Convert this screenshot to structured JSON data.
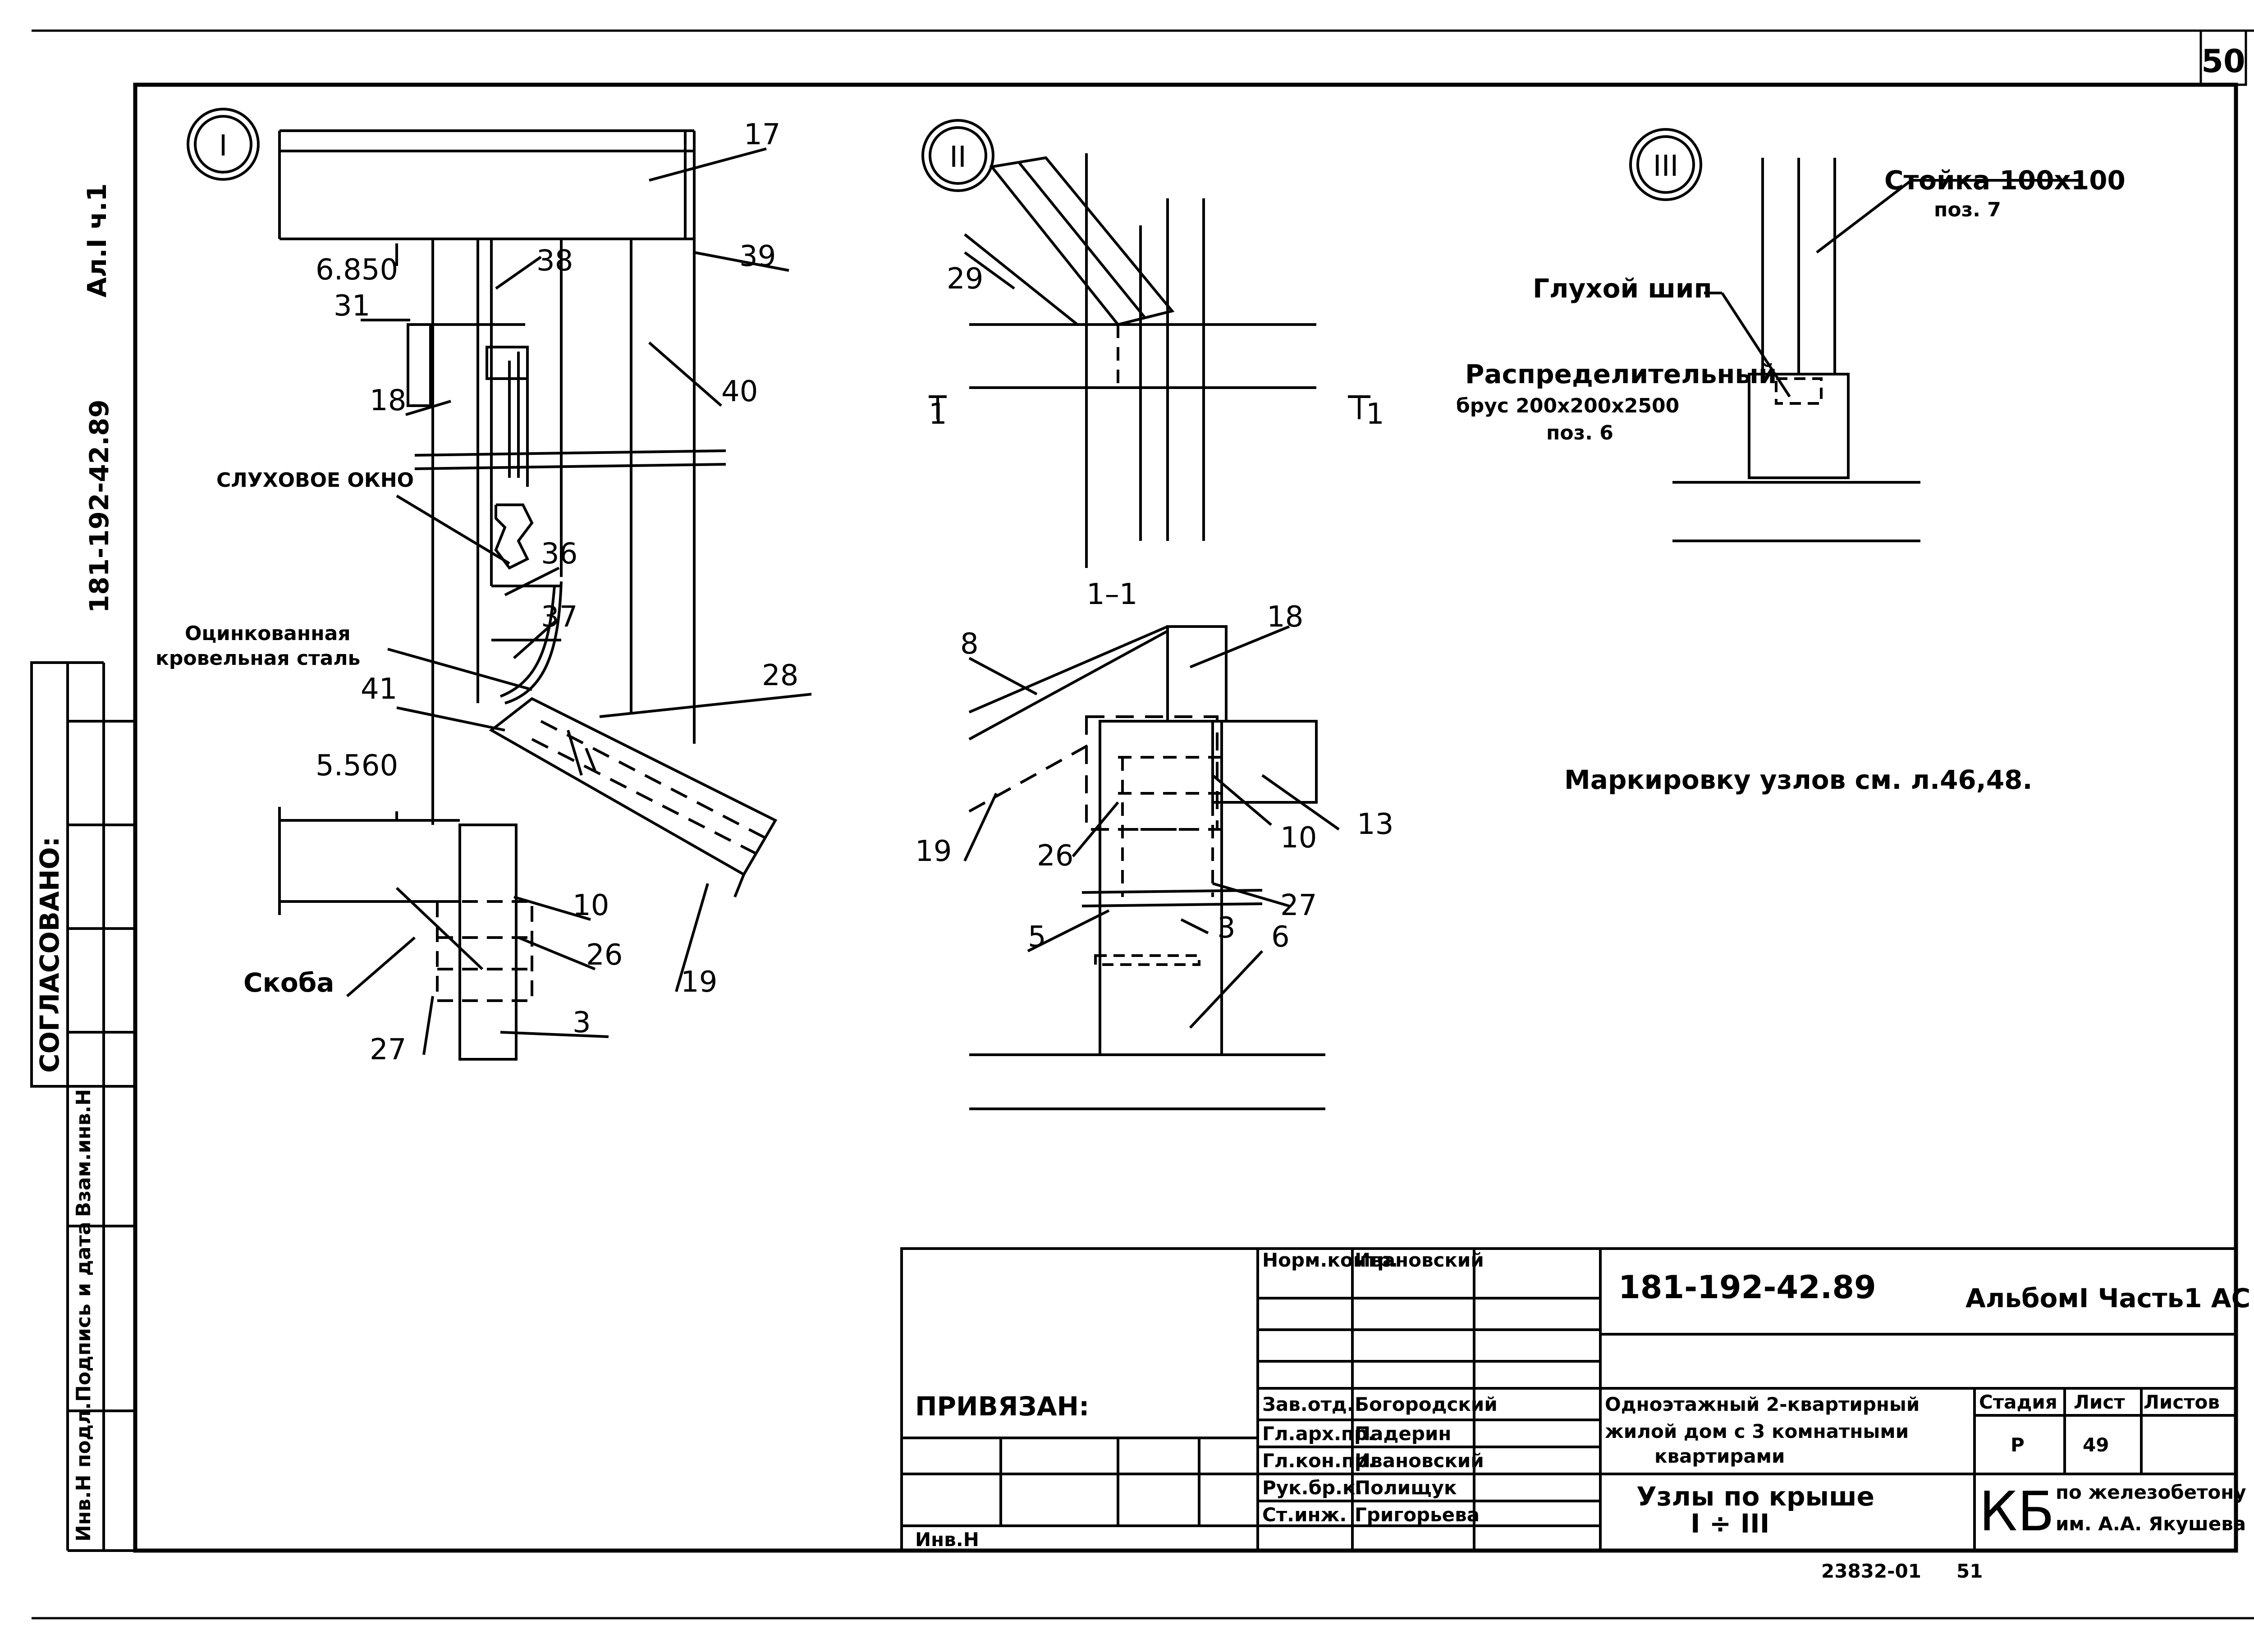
{
  "sheet": {
    "page_number": "50",
    "side_album": "Ал.I ч.1",
    "side_code": "181-192-42.89",
    "agreed_label": "СОГЛАСОВАНО:",
    "side_cols": [
      "Инв.Н подл.",
      "Подпись и дата",
      "Взам.инв.Н"
    ]
  },
  "nodes": {
    "n1": "I",
    "n2": "II",
    "n3": "III"
  },
  "detail1": {
    "labels": {
      "l17": "17",
      "l39": "39",
      "l38": "38",
      "l40": "40",
      "l31": "31",
      "l18": "18",
      "l36": "36",
      "l37": "37",
      "l41": "41",
      "l28": "28",
      "l10": "10",
      "l26": "26",
      "l3": "3",
      "l27": "27",
      "l19": "19"
    },
    "elev_top": "6.850",
    "elev_bottom": "5.560",
    "dormer": "СЛУХОВОЕ ОКНО",
    "steel_1": "Оцинкованная",
    "steel_2": "кровельная сталь",
    "bracket": "Скоба"
  },
  "detail2": {
    "l29": "29",
    "section_mark": "1",
    "section_title": "1–1",
    "l8": "8",
    "l18": "18",
    "l13": "13",
    "l19": "19",
    "l26": "26",
    "l10": "10",
    "l27": "27",
    "l5": "5",
    "l3": "3",
    "l6": "6"
  },
  "detail3": {
    "post_1": "Стойка 100x100",
    "post_2": "поз. 7",
    "tenon": "Глухой шип",
    "beam_1": "Распределительный",
    "beam_2": "брус  200x200x2500",
    "beam_3": "поз. 6"
  },
  "note": "Маркировку узлов см. л.46,48.",
  "titleblock": {
    "roles": [
      "Норм.контр.",
      "Зав.отд.",
      "Гл.арх.пр.",
      "Гл.кон.пр.",
      "Рук.бр.к.",
      "Ст.инж."
    ],
    "names": [
      "Ивановский",
      "Богородский",
      "Падерин",
      "Ивановский",
      "Полищук",
      "Григорьева"
    ],
    "bound": "ПРИВЯЗАН:",
    "inv": "Инв.Н",
    "code": "181-192-42.89",
    "album": "АльбомI Часть1 АС",
    "title_1": "Одноэтажный 2-квартирный",
    "title_2": "жилой дом с 3 комнатными",
    "title_3": "квартирами",
    "stage_h": "Стадия",
    "sheet_h": "Лист",
    "sheets_h": "Листов",
    "stage": "Р",
    "sheet_no": "49",
    "sheets_no": "",
    "subject_1": "Узлы по  крыше",
    "subject_2": "I ÷ III",
    "org_logo": "КБ",
    "org_1": "по железобетону",
    "org_2": "им. А.А. Якушева",
    "footer_code": "23832-01",
    "footer_num": "51"
  }
}
